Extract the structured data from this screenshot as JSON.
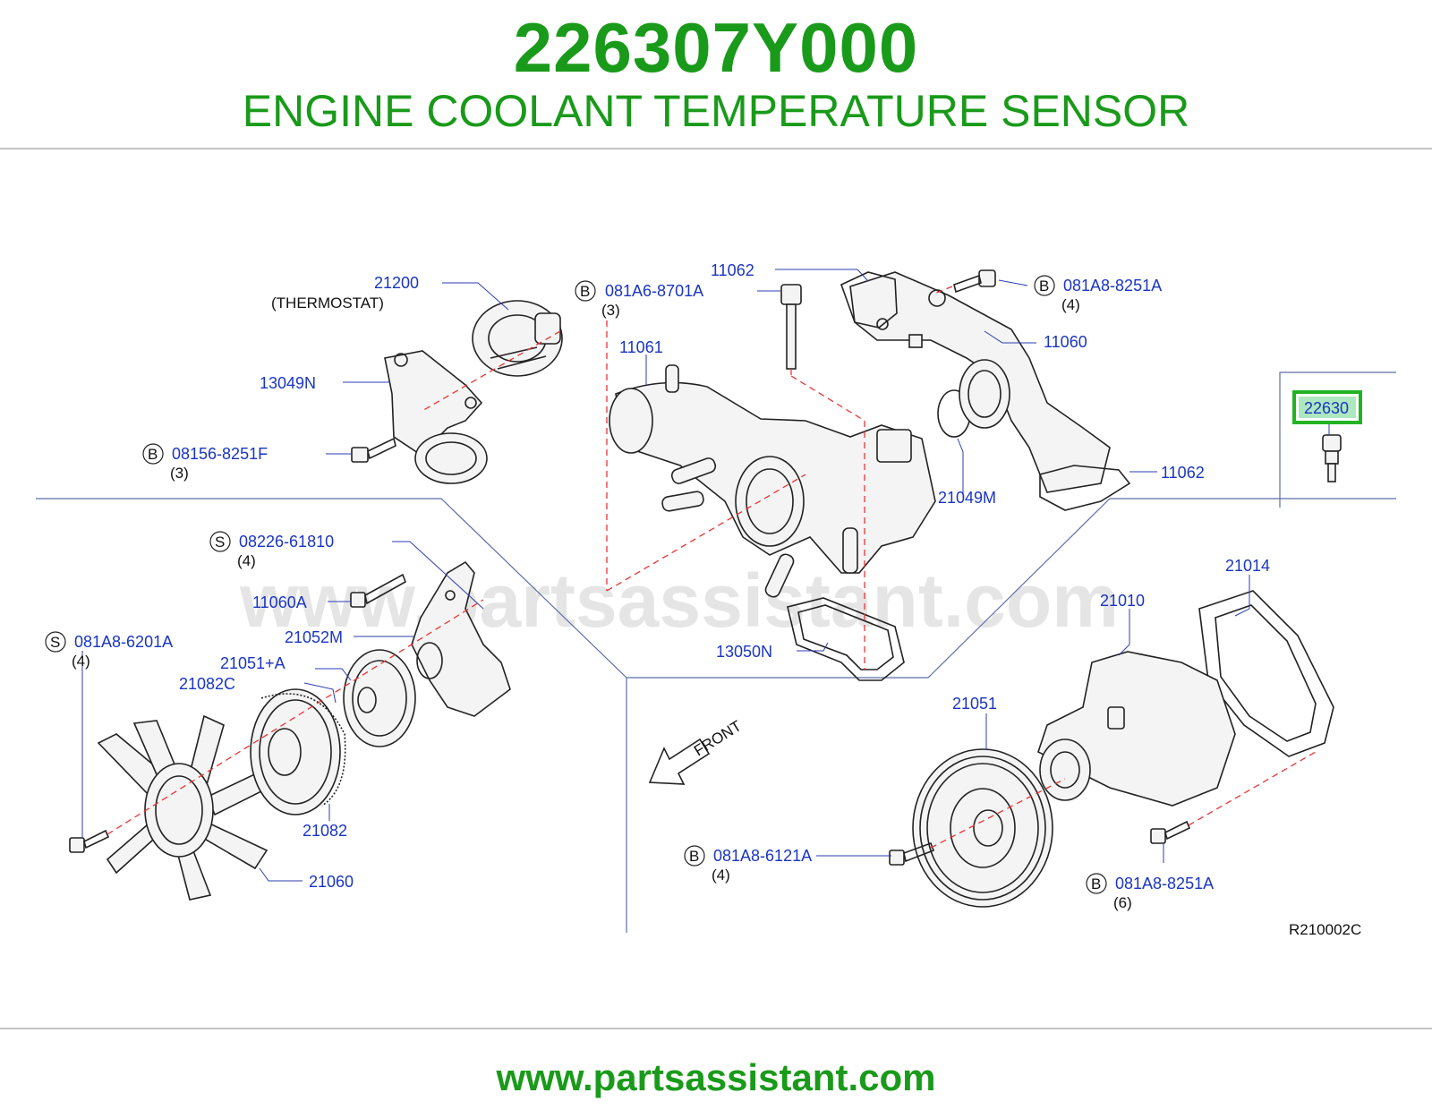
{
  "header": {
    "part_number": "226307Y000",
    "part_name": "ENGINE COOLANT TEMPERATURE SENSOR"
  },
  "footer": {
    "url": "www.partsassistant.com"
  },
  "diagram": {
    "watermark": "www.partsassistant.com",
    "ref_code": "R210002C",
    "front_label": "FRONT",
    "thermostat_note": "(THERMOSTAT)",
    "highlight": {
      "part": "22630",
      "color": "#22b322"
    },
    "labels": {
      "p21200": "21200",
      "p13049N": "13049N",
      "p08156": "08156-8251F",
      "p08156_qty": "(3)",
      "p081A6_8701A": "081A6-8701A",
      "p081A6_8701A_qty": "(3)",
      "p11062_top": "11062",
      "p081A8_8251A_top": "081A8-8251A",
      "p081A8_8251A_top_qty": "(4)",
      "p11061": "11061",
      "p11060": "11060",
      "p21049M": "21049M",
      "p11062_right": "11062",
      "p13050N": "13050N",
      "p08226": "08226-61810",
      "p08226_qty": "(4)",
      "p11060A": "11060A",
      "p21052M": "21052M",
      "p081A8_6201A": "081A8-6201A",
      "p081A8_6201A_qty": "(4)",
      "p21051A": "21051+A",
      "p21082C": "21082C",
      "p21082": "21082",
      "p21060": "21060",
      "p21014": "21014",
      "p21010": "21010",
      "p21051": "21051",
      "p081A8_6121A": "081A8-6121A",
      "p081A8_6121A_qty": "(4)",
      "p081A8_8251A_bot": "081A8-8251A",
      "p081A8_8251A_bot_qty": "(6)"
    },
    "badges": {
      "bolt": "B",
      "stud": "S"
    }
  },
  "colors": {
    "brand_green": "#1a9a1a",
    "label_blue": "#1a35c4",
    "dashed_red": "#e33333"
  }
}
